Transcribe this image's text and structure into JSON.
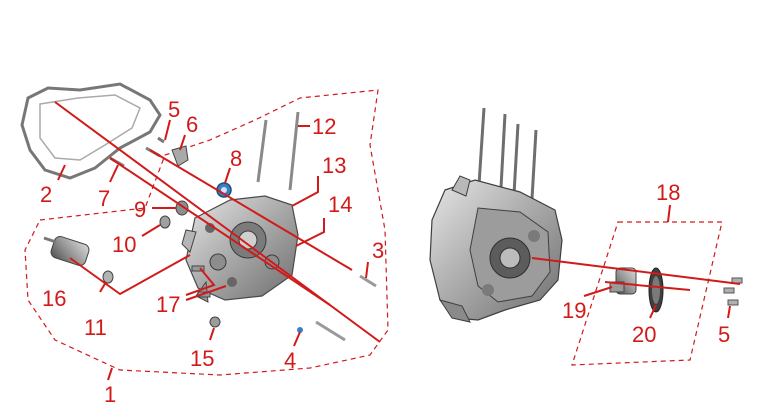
{
  "callouts": {
    "c1": "1",
    "c2": "2",
    "c3": "3",
    "c4": "4",
    "c5a": "5",
    "c5b": "5",
    "c6": "6",
    "c7": "7",
    "c8": "8",
    "c9": "9",
    "c10": "10",
    "c11": "11",
    "c12": "12",
    "c13": "13",
    "c14": "14",
    "c15": "15",
    "c16": "16",
    "c17": "17",
    "c18": "18",
    "c19": "19",
    "c20": "20"
  },
  "colors": {
    "callout": "#d11a1a",
    "metal_light": "#c9c9c9",
    "metal_mid": "#9a9a9a",
    "metal_dark": "#5c5c5c",
    "bearing_blue": "#3a7fc4"
  }
}
